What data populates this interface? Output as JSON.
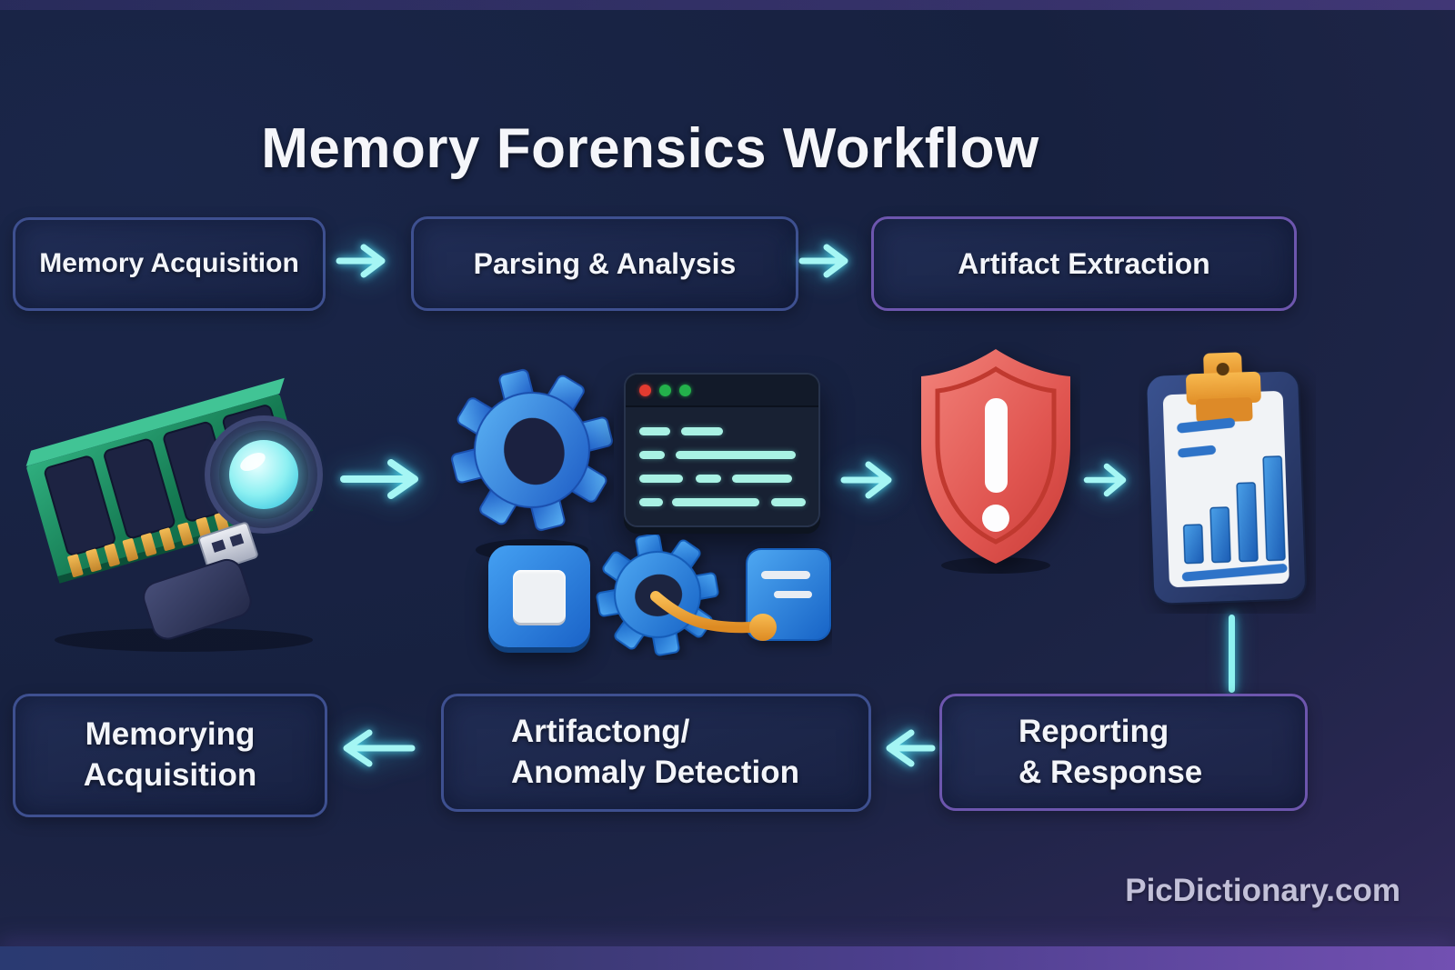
{
  "title": "Memory Forensics Workflow",
  "watermark": "PicDictionary.com",
  "workflow": {
    "top_row": [
      {
        "id": "memory-acquisition",
        "label": "Memory Acquisition"
      },
      {
        "id": "parsing-analysis",
        "label": "Parsing & Analysis"
      },
      {
        "id": "artifact-extraction",
        "label": "Artifact Extraction"
      }
    ],
    "bottom_row": [
      {
        "id": "memorying-acquisition",
        "line1": "Memorying",
        "line2": "Acquisition"
      },
      {
        "id": "anomaly-detection",
        "line1": "Artifactong/",
        "line2": "Anomaly Detection"
      },
      {
        "id": "reporting-response",
        "line1": "Reporting",
        "line2": "& Response"
      }
    ],
    "connections": [
      "memory-acquisition -> parsing-analysis",
      "parsing-analysis -> artifact-extraction",
      "ram-icon -> gear-icon",
      "terminal-icon -> shield-icon",
      "shield-icon -> clipboard-icon",
      "clipboard-icon -> reporting-response",
      "reporting-response -> anomaly-detection",
      "anomaly-detection -> memorying-acquisition"
    ]
  },
  "icons": {
    "stage1": "ram-module-with-lens-and-usb-drive",
    "stage2": [
      "blue-gear",
      "terminal-window",
      "app-square",
      "gear-with-wire",
      "notes-card"
    ],
    "stage3": "red-warning-shield",
    "stage4": "report-clipboard-with-bar-chart"
  },
  "colors": {
    "background_navy": "#172140",
    "background_purple": "#3d3268",
    "accent_cyan": "#a5f6f4",
    "box_border_blue": "#3e5090",
    "box_border_purple": "#6d56ae",
    "shield_red": "#e05550",
    "gear_blue": "#2f7fe0",
    "clip_orange": "#f0a63c",
    "ram_green": "#1f8a5f",
    "terminal_dot_red": "#e33b30",
    "terminal_dot_green": "#23b24b",
    "text_white": "#f5f6fa",
    "watermark_gray": "#c2c0d8"
  }
}
